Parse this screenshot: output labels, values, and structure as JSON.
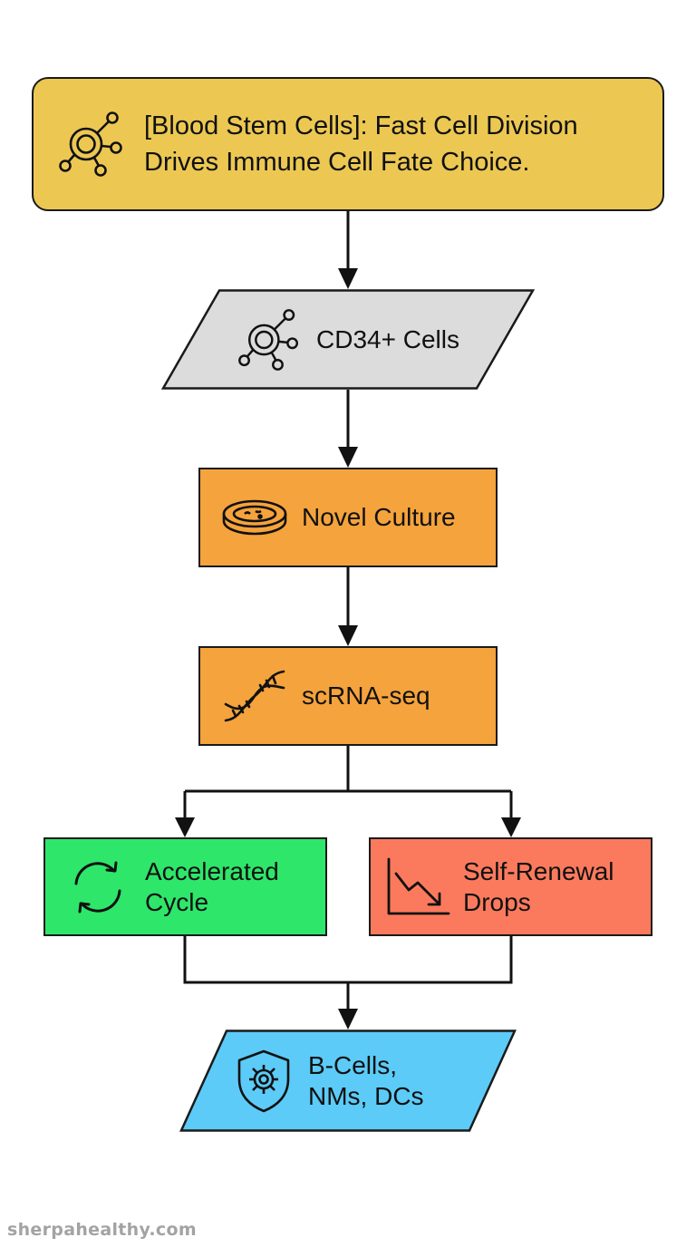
{
  "diagram": {
    "title": "[Blood Stem Cells]: Fast Cell Division Drives Immune Cell Fate Choice.",
    "nodes": {
      "input_cells": "CD34+ Cells",
      "culture": "Novel Culture",
      "sequencing": "scRNA-seq",
      "cycle": "Accelerated Cycle",
      "renewal": "Self-Renewal Drops",
      "outcome": "B-Cells, NMs, DCs"
    },
    "icons": {
      "title": "cell-network-icon",
      "input_cells": "cell-network-icon",
      "culture": "petri-dish-icon",
      "sequencing": "dna-helix-icon",
      "cycle": "cycle-arrows-icon",
      "renewal": "downward-trend-icon",
      "outcome": "immune-shield-icon"
    },
    "colors": {
      "title": "#ecc853",
      "input": "#dcdcdc",
      "process": "#f5a33c",
      "cycle": "#2ee66a",
      "renewal": "#fb7a5d",
      "outcome": "#5ccbf7"
    }
  },
  "watermark": "sherpahealthy.com"
}
